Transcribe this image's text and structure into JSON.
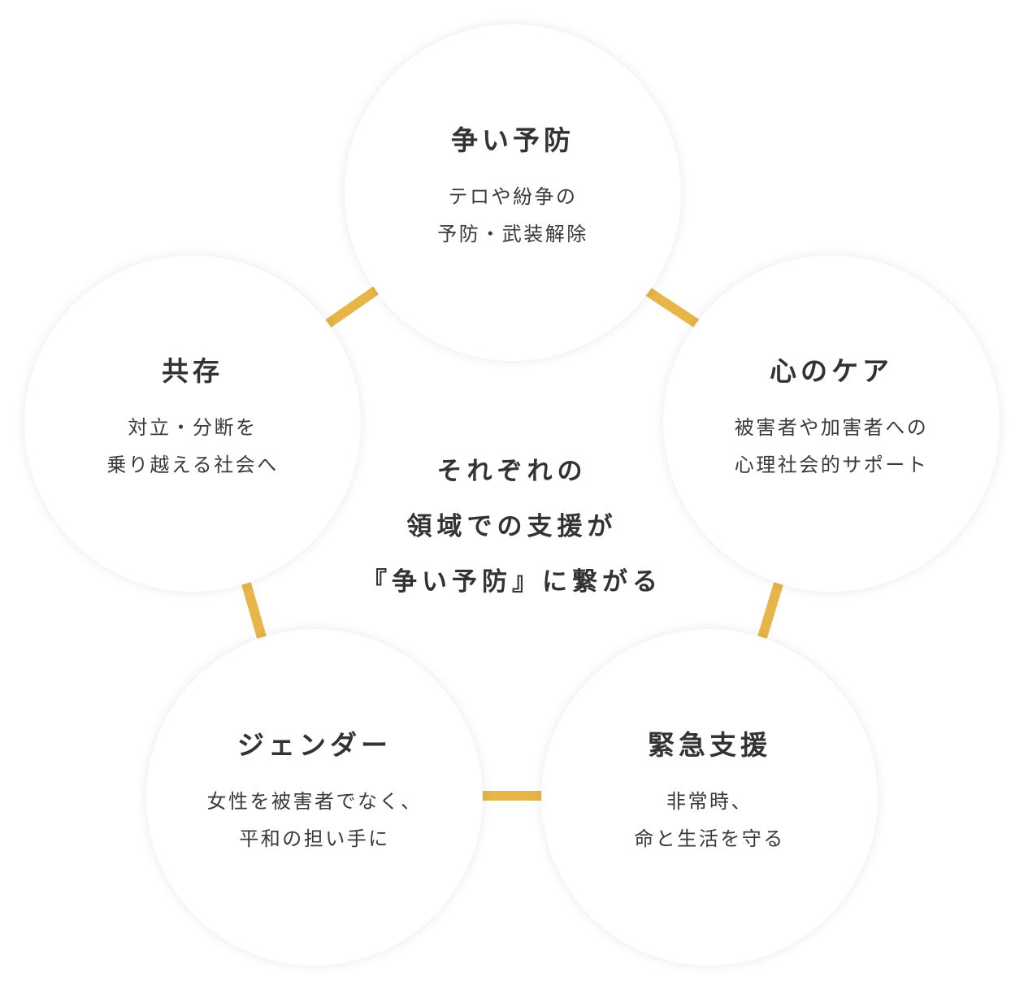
{
  "accent_color": "#E7B548",
  "nodes": {
    "prevention": {
      "title": "争い予防",
      "desc_lines": [
        "テロや紛争の",
        "予防・武装解除"
      ]
    },
    "coexistence": {
      "title": "共存",
      "desc_lines": [
        "対立・分断を",
        "乗り越える社会へ"
      ]
    },
    "mental_care": {
      "title": "心のケア",
      "desc_lines": [
        "被害者や加害者への",
        "心理社会的サポート"
      ]
    },
    "gender": {
      "title": "ジェンダー",
      "desc_lines": [
        "女性を被害者でなく、",
        "平和の担い手に"
      ]
    },
    "emergency": {
      "title": "緊急支援",
      "desc_lines": [
        "非常時、",
        "命と生活を守る"
      ]
    }
  },
  "center": {
    "lines": [
      "それぞれの",
      "領域での支援が",
      "『争い予防』に繋がる"
    ]
  }
}
